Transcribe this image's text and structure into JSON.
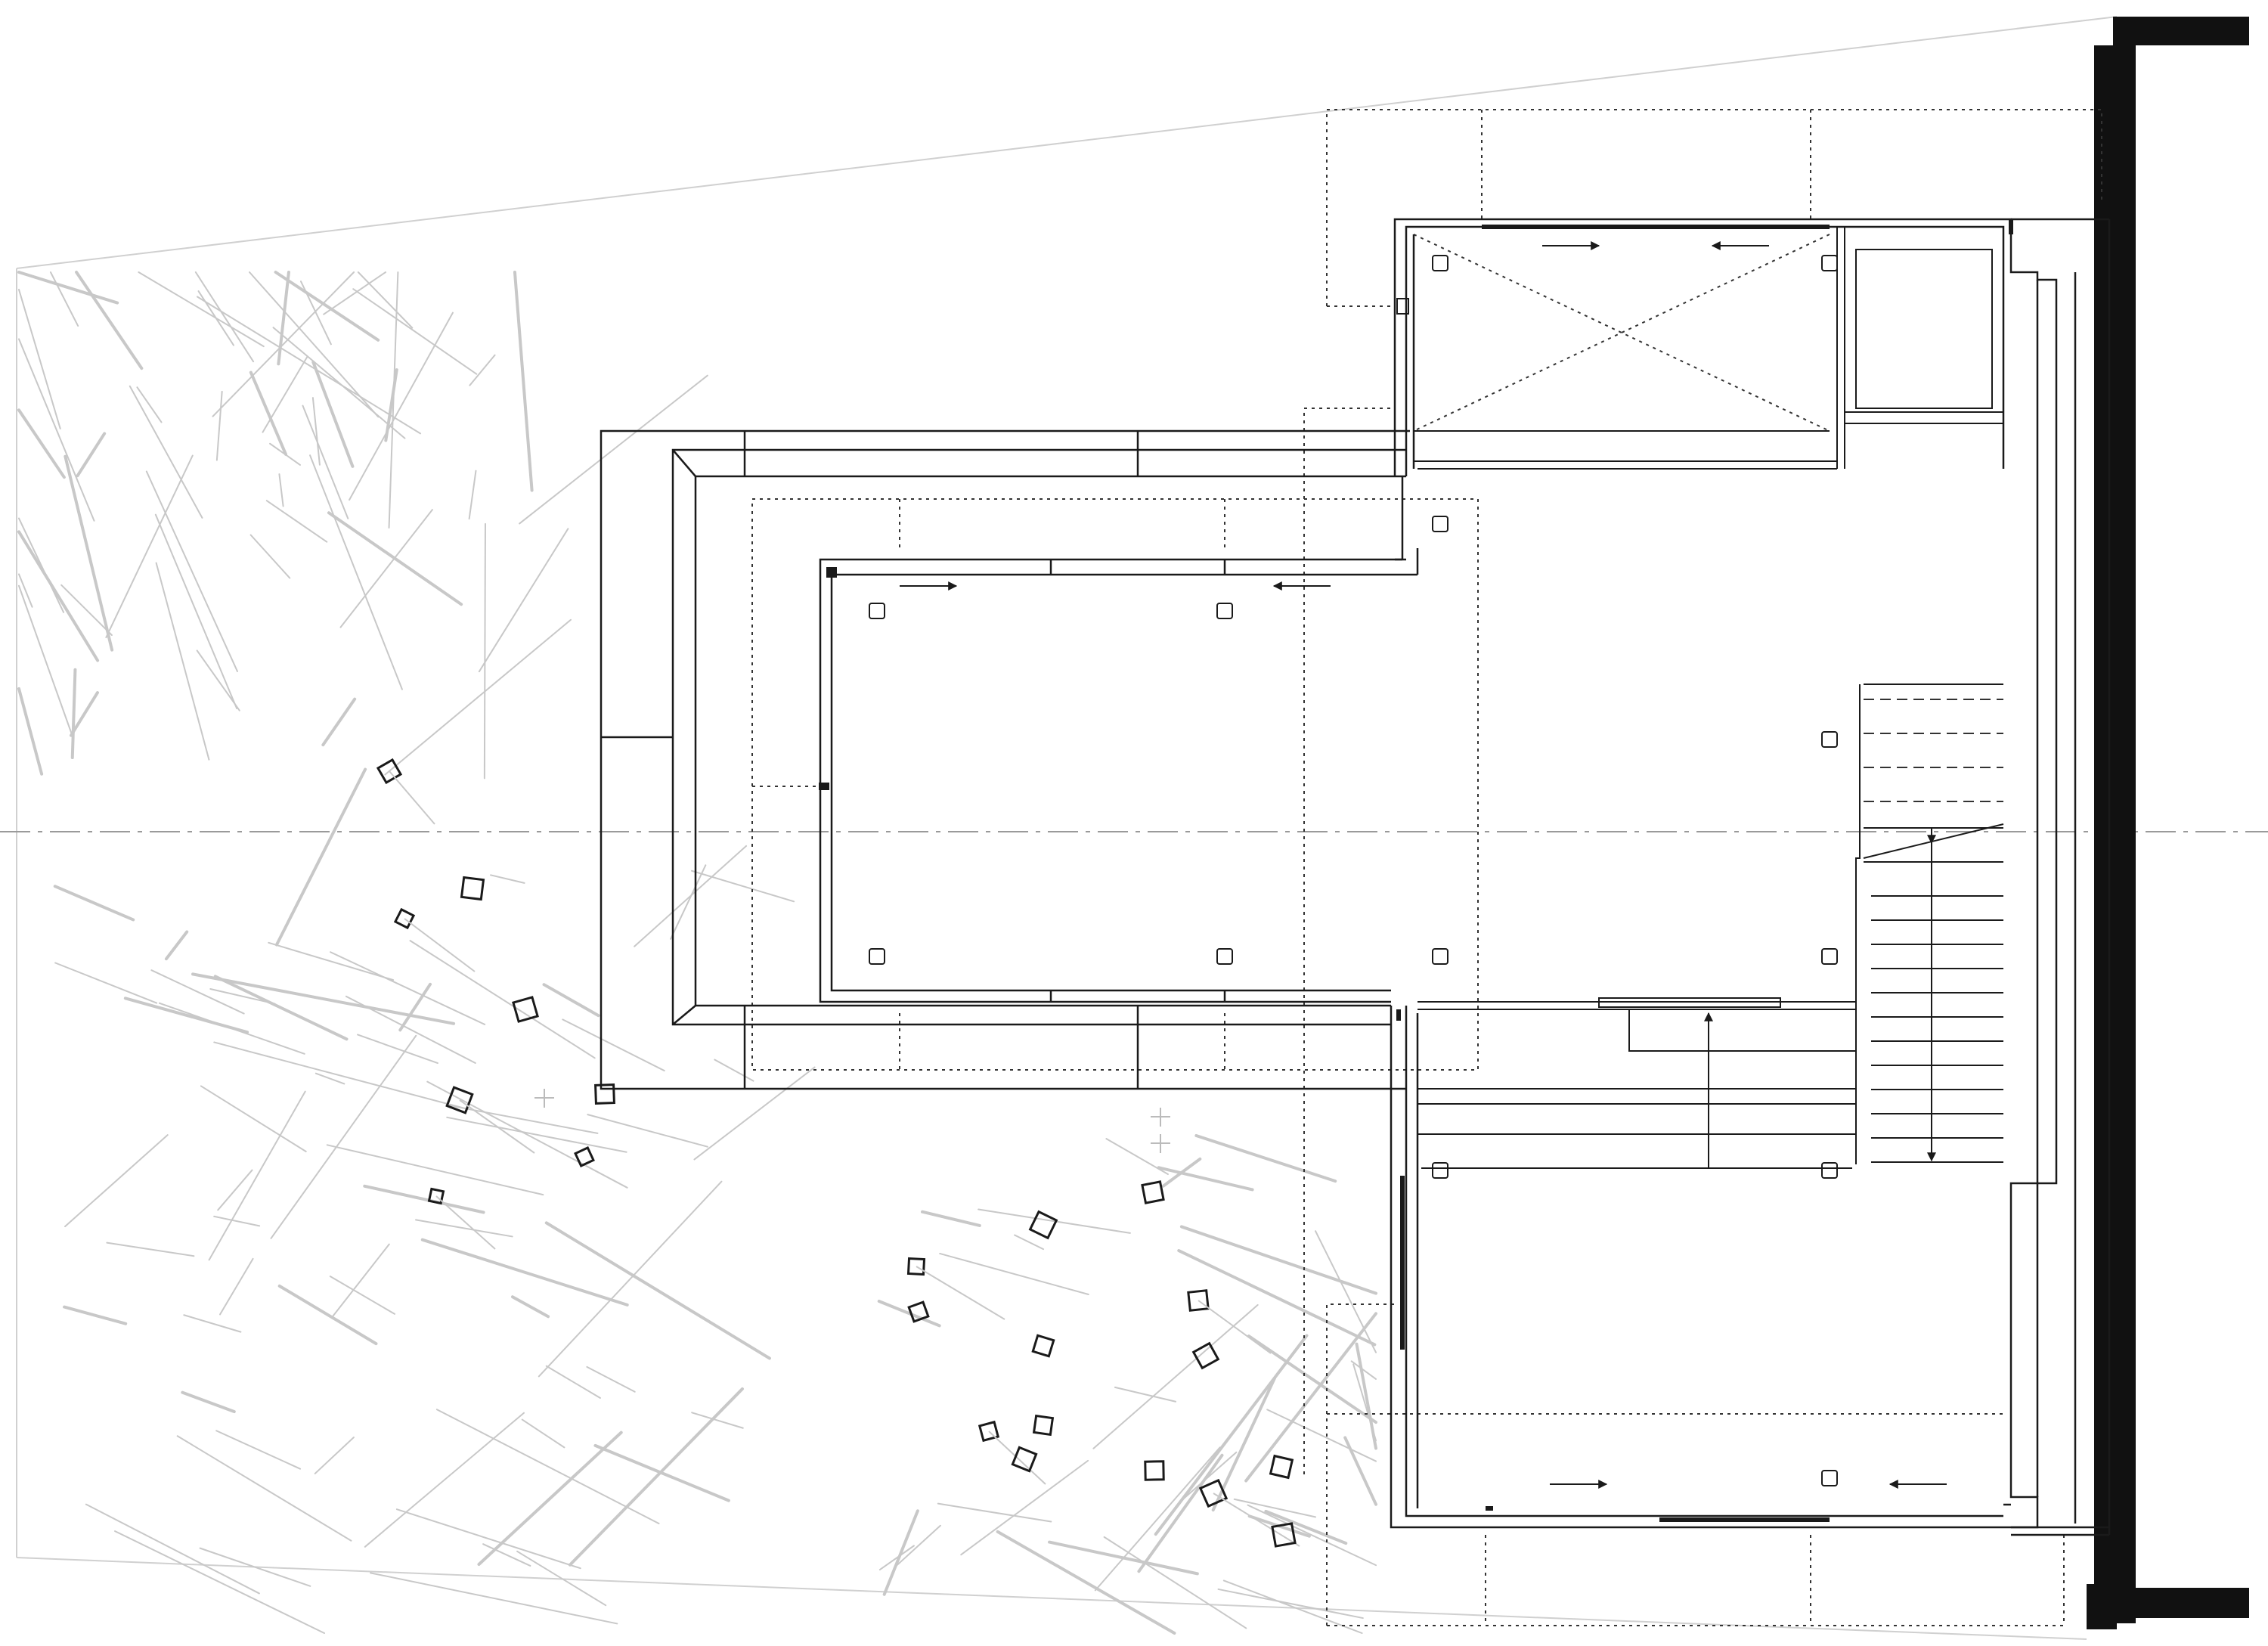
{
  "drawing": {
    "kind": "architectural floor plan",
    "visible_text": [],
    "colors": {
      "background": "#ffffff",
      "line": "#1a1a1a",
      "hidden_line": "#333333",
      "ground_texture": "#c8c8c8",
      "site_line": "#d0d0d0",
      "retaining_wall": "#111111",
      "axis_line": "#9a9a9a"
    },
    "legend": [
      {
        "name": "exterior-walls",
        "style": "solid"
      },
      {
        "name": "overhead-roof-outline",
        "style": "dotted"
      },
      {
        "name": "terrace-paving",
        "style": "dashed"
      },
      {
        "name": "section-axis",
        "style": "dash-dot"
      }
    ],
    "symbols": {
      "column-markers": 12,
      "sliding-door-arrows": 6,
      "stair-treads": 16,
      "landscape-rocks": 22
    }
  }
}
